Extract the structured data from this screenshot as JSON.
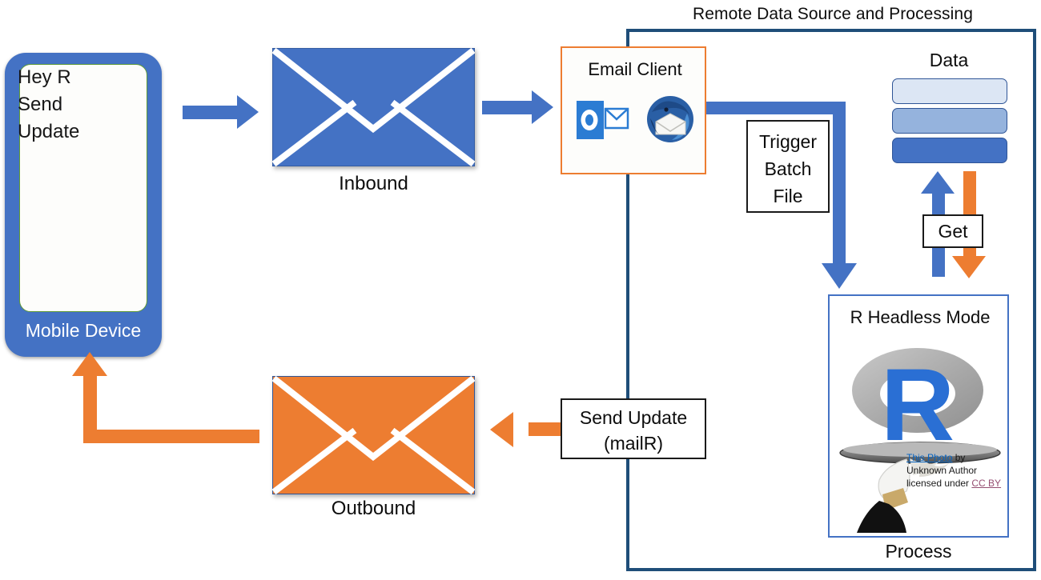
{
  "diagram": {
    "title": "Remote Data Source and Processing",
    "type": "flowchart"
  },
  "mobile": {
    "message": "Hey R\nSend\nUpdate",
    "message_lines": [
      "Hey R",
      "Send",
      "Update"
    ],
    "label": "Mobile Device"
  },
  "envelopes": {
    "inbound": {
      "caption": "Inbound",
      "color": "#4472c4",
      "icon": "envelope-icon"
    },
    "outbound": {
      "caption": "Outbound",
      "color": "#ed7d31",
      "icon": "envelope-icon"
    }
  },
  "email_client": {
    "title": "Email Client",
    "icons": [
      "outlook-icon",
      "thunderbird-icon"
    ],
    "border_color": "#ed7d31"
  },
  "boxes": {
    "trigger": "Trigger\nBatch\nFile",
    "trigger_lines": [
      "Trigger",
      "Batch",
      "File"
    ],
    "get": "Get",
    "send_update": "Send Update\n(mailR)",
    "send_update_lines": [
      "Send Update",
      "(mailR)"
    ]
  },
  "data": {
    "title": "Data",
    "bars": [
      {
        "color": "#dce6f4"
      },
      {
        "color": "#95b3dd"
      },
      {
        "color": "#4472c4"
      }
    ]
  },
  "process": {
    "title": "R Headless Mode",
    "caption": "Process",
    "logo": "r-logo",
    "credit": {
      "link1": "This Photo",
      "mid": " by Unknown Author licensed under ",
      "link2": "CC BY"
    }
  },
  "colors": {
    "blue": "#4472c4",
    "orange": "#ed7d31",
    "container_border": "#1f4e79",
    "link_blue": "#0563c1",
    "link_purple": "#954f72"
  }
}
